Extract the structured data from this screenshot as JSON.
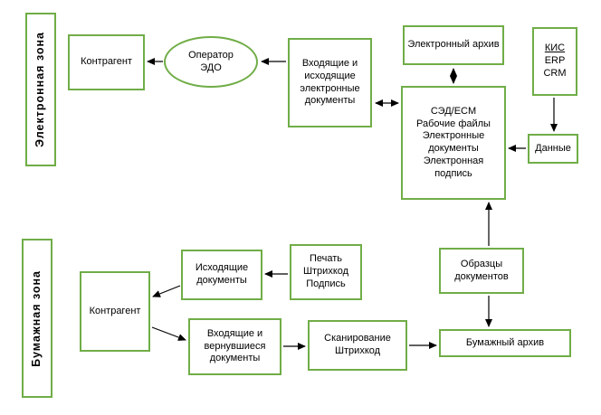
{
  "zones": {
    "electronic": "Электронная зона",
    "paper": "Бумажная зона"
  },
  "nodes": {
    "counterparty_top": "Контрагент",
    "operator": "Оператор ЭДО",
    "electronic_docs": "Входящие и исходящие электронные документы",
    "e_archive": "Электронный архив",
    "kis_line1": "КИС",
    "kis_line2": "ERP",
    "kis_line3": "CRM",
    "sed_title": "СЭД/ECM",
    "sed_body": "Рабочие файлы Электронные документы Электронная подпись",
    "data": "Данные",
    "outgoing_docs": "Исходящие документы",
    "print_barcode_sign": "Печать Штрихкод Подпись",
    "samples": "Образцы документов",
    "counterparty_bottom": "Контрагент",
    "incoming_returned": "Входящие и вернувшиеся документы",
    "scanning_barcode": "Сканирование Штрихкод",
    "paper_archive": "Бумажный архив"
  },
  "colors": {
    "box_border": "#70AD47",
    "arrow": "#000000"
  }
}
